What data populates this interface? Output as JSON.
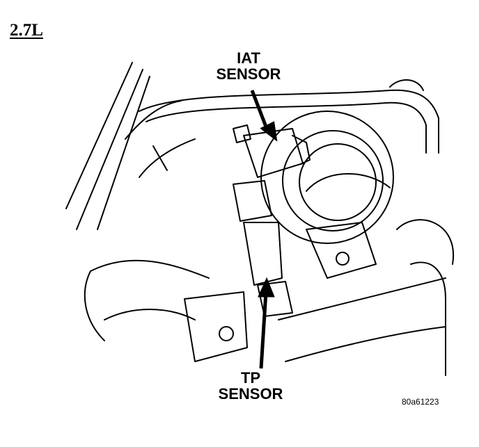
{
  "title": "2.7L",
  "labels": {
    "iat": [
      "IAT",
      "SENSOR"
    ],
    "tp": [
      "TP",
      "SENSOR"
    ]
  },
  "figure_code": "80a61223",
  "colors": {
    "ink": "#000000",
    "paper": "#ffffff"
  }
}
